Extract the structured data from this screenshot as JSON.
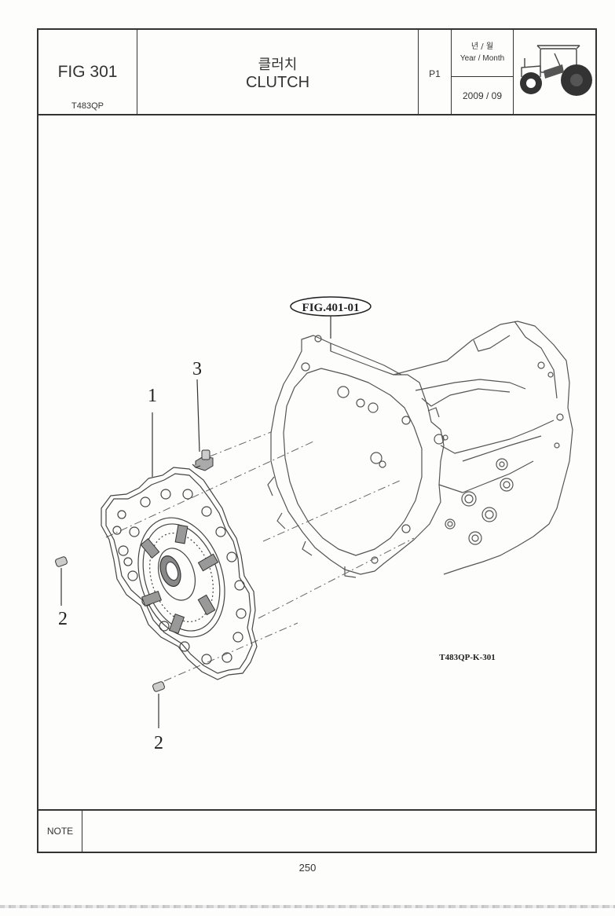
{
  "header": {
    "fig_label": "FIG 301",
    "model": "T483QP",
    "title_ko": "클러치",
    "title_en": "CLUTCH",
    "page": "P1",
    "date_label_ko": "년 / 월",
    "date_label_en": "Year / Month",
    "date_value": "2009  / 09"
  },
  "drawing": {
    "ref_figure": "FIG.401-01",
    "drawing_code": "T483QP-K-301",
    "callouts": [
      "1",
      "2",
      "2",
      "3"
    ]
  },
  "note": {
    "label": "NOTE",
    "text": ""
  },
  "footer": {
    "page_number": "250"
  },
  "icons": {
    "logo": "tractor-icon"
  }
}
